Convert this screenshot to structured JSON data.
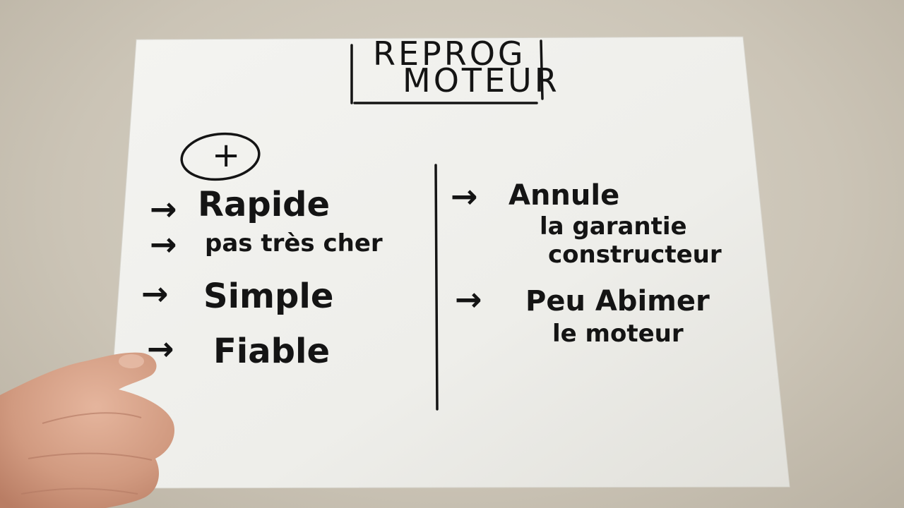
{
  "title": {
    "line1": "REPROG",
    "line2": "MOTEUR"
  },
  "pros": {
    "symbol": "+",
    "arrow": "→",
    "items": [
      "Rapide",
      "pas très cher",
      "Simple",
      "Fiable"
    ]
  },
  "cons": {
    "arrow": "→",
    "items": [
      {
        "line1": "Annule",
        "line2": "la garantie",
        "line3": "constructeur"
      },
      {
        "line1": "Peu Abimer",
        "line2": "le moteur"
      }
    ]
  },
  "colors": {
    "ink": "#141414",
    "paper": "#f1f1ee",
    "background": "#cfc9bc",
    "skin": "#d9a58e"
  }
}
